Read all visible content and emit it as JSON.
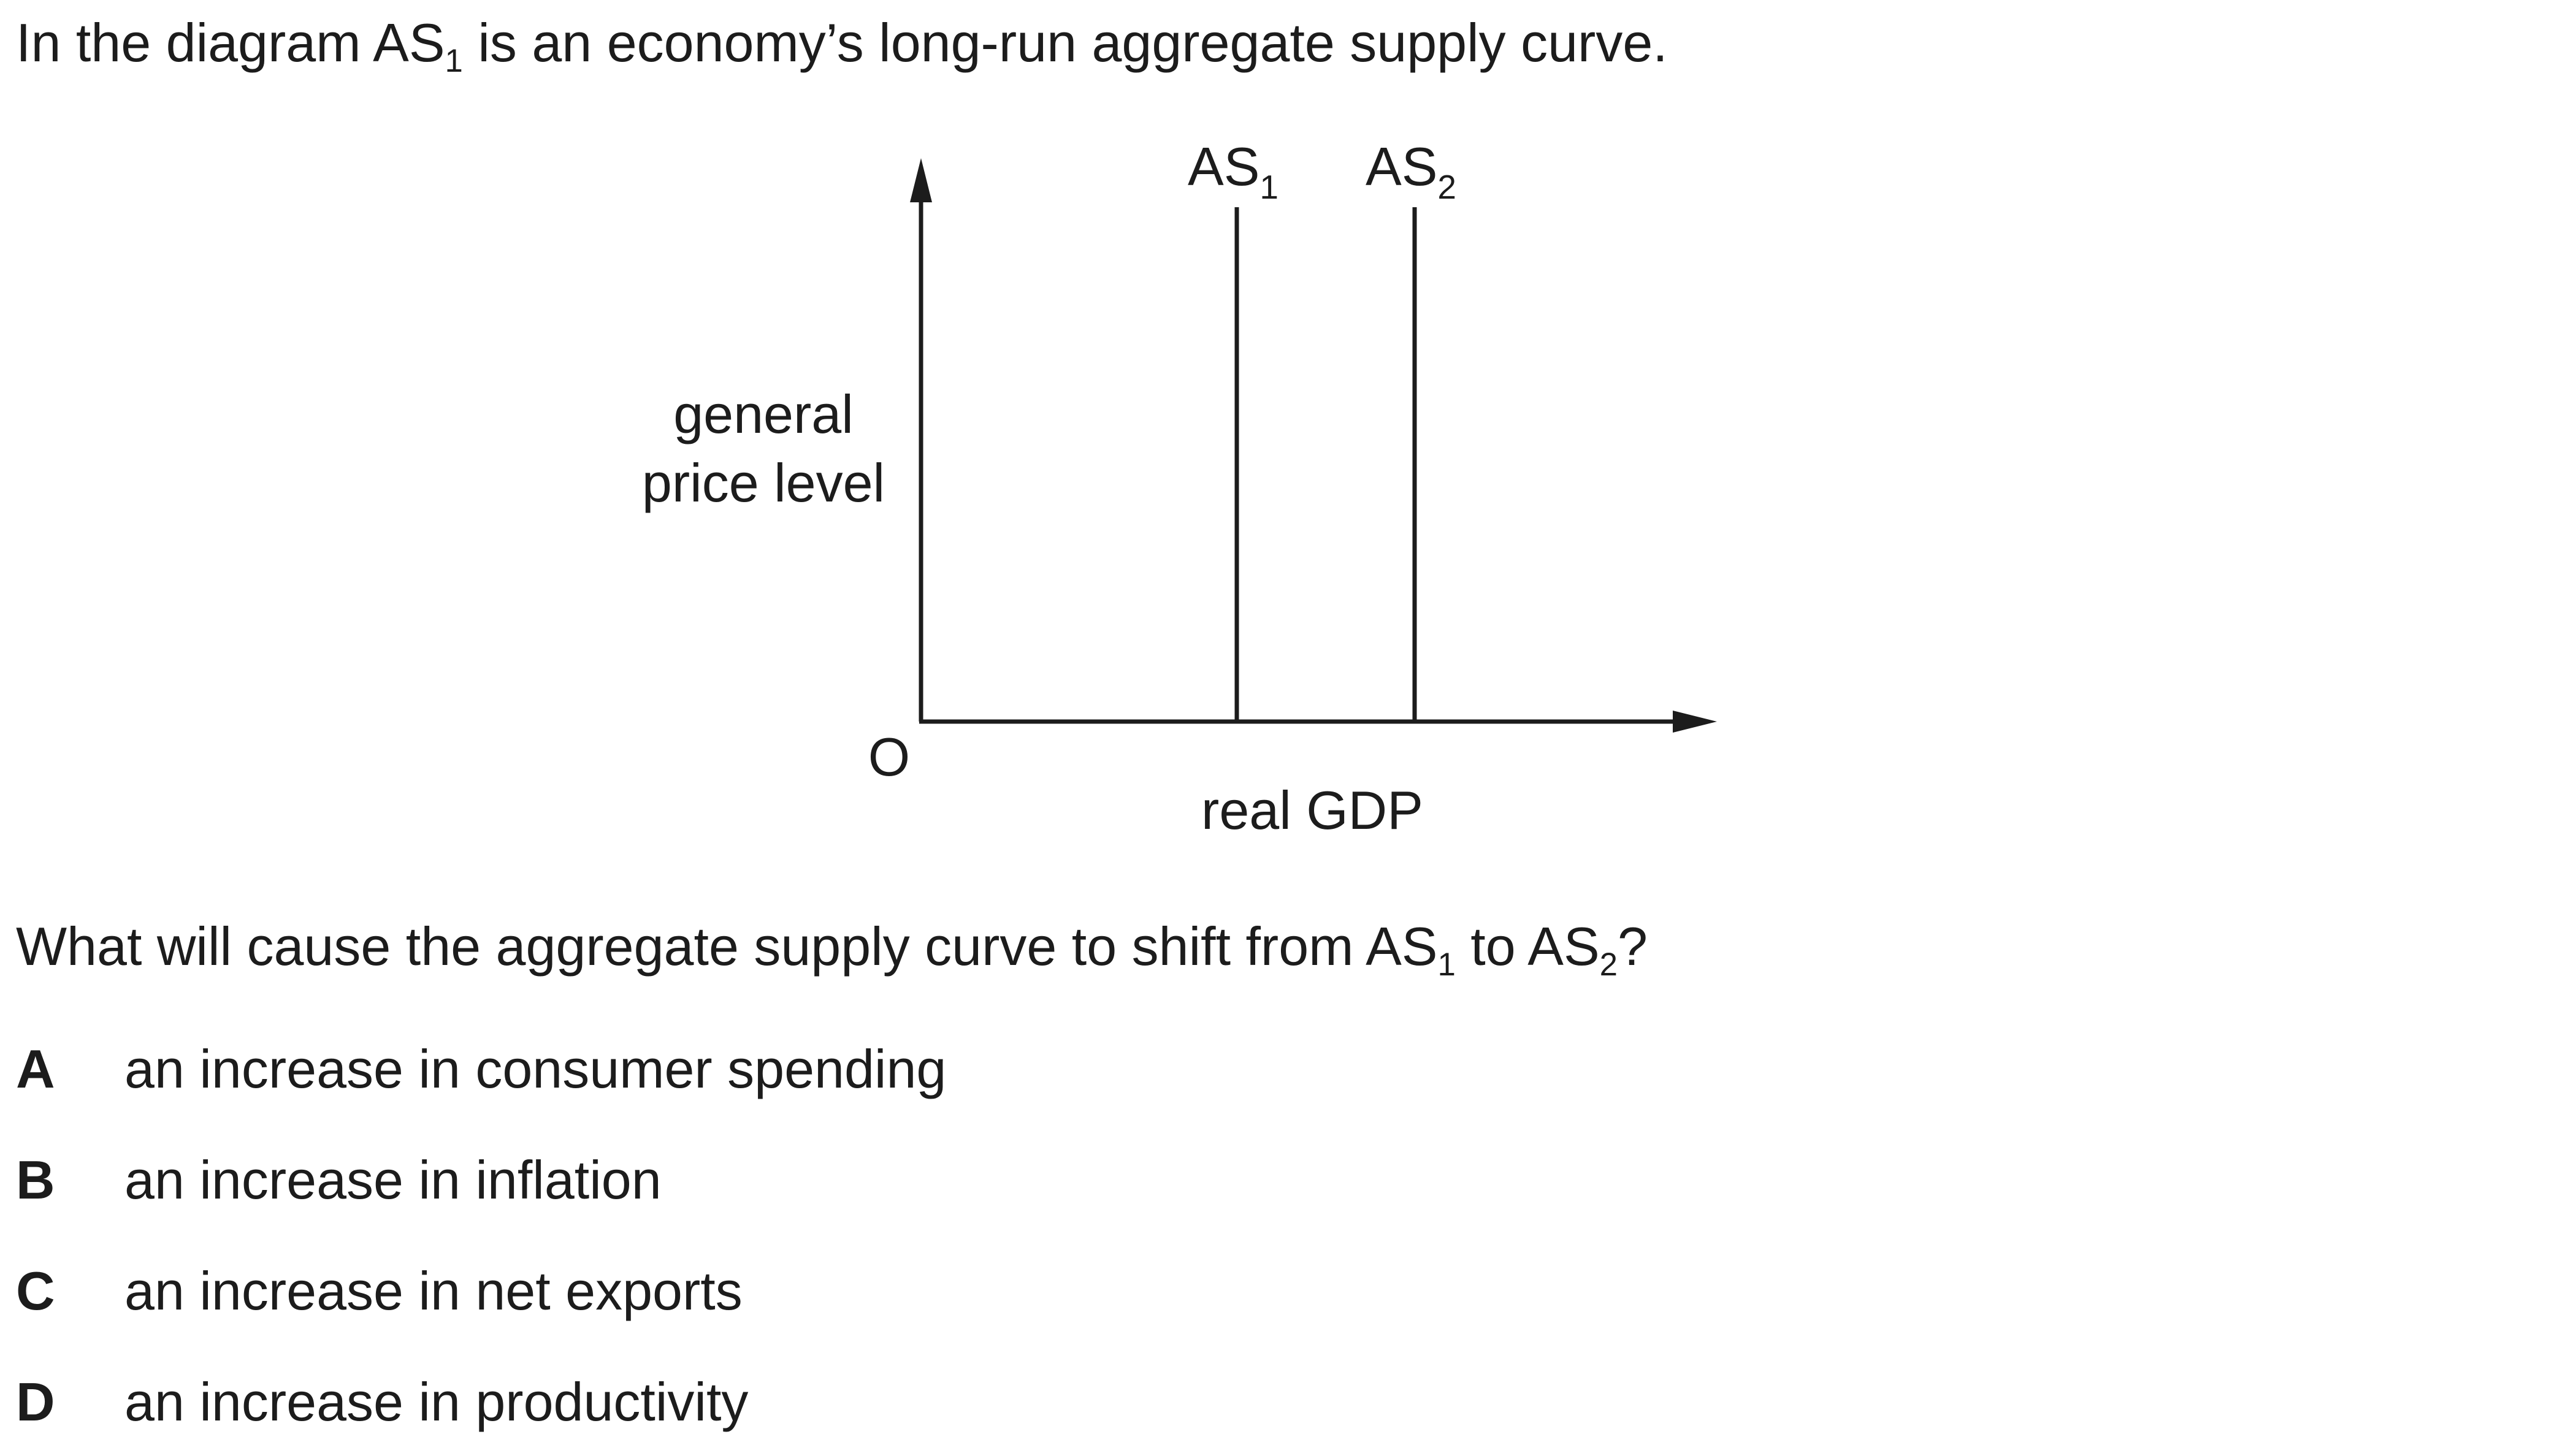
{
  "intro": {
    "prefix": "In the diagram AS",
    "sub": "1",
    "suffix": " is an economy’s long-run aggregate supply curve."
  },
  "diagram": {
    "y_axis_label_line1": "general",
    "y_axis_label_line2": "price level",
    "x_axis_label": "real GDP",
    "origin_label": "O",
    "curves": [
      {
        "name": "AS",
        "sub": "1"
      },
      {
        "name": "AS",
        "sub": "2"
      }
    ]
  },
  "question": {
    "part1": "What will cause the aggregate supply curve to shift from AS",
    "sub1": "1",
    "part2": " to AS",
    "sub2": "2",
    "part3": "?"
  },
  "options": [
    {
      "letter": "A",
      "text": "an increase in consumer spending"
    },
    {
      "letter": "B",
      "text": "an increase in inflation"
    },
    {
      "letter": "C",
      "text": "an increase in net exports"
    },
    {
      "letter": "D",
      "text": "an increase in productivity"
    }
  ]
}
